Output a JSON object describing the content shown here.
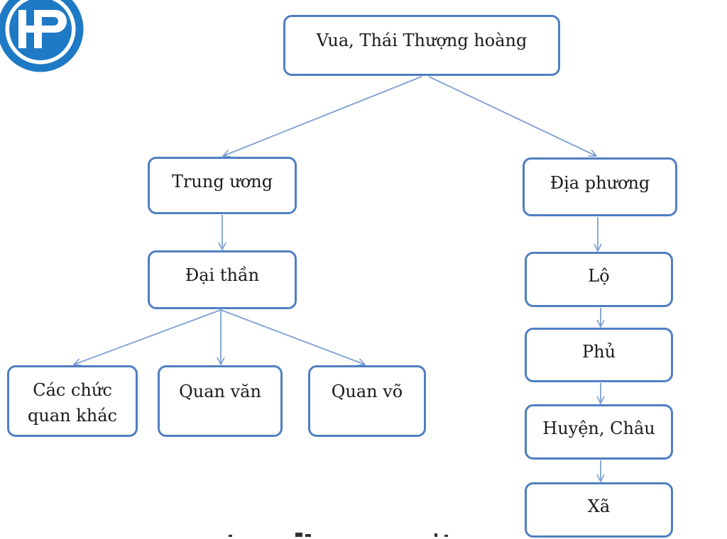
{
  "logo": {
    "text": "HP",
    "color": "#1f7ac6"
  },
  "colors": {
    "border": "#4f7fc0",
    "connector": "#7c9fd0",
    "text": "#1a1a1a"
  },
  "nodes": {
    "king": "Vua, Thái Thượng hoàng",
    "central": "Trung ương",
    "local": "Địa phương",
    "grand_officials": "Đại thần",
    "other_offices": [
      "Các chức",
      "quan khác"
    ],
    "civil": "Quan văn",
    "military": "Quan võ",
    "lo": "Lộ",
    "phu": "Phủ",
    "huyen_chau": "Huyện, Châu",
    "xa": "Xã"
  }
}
